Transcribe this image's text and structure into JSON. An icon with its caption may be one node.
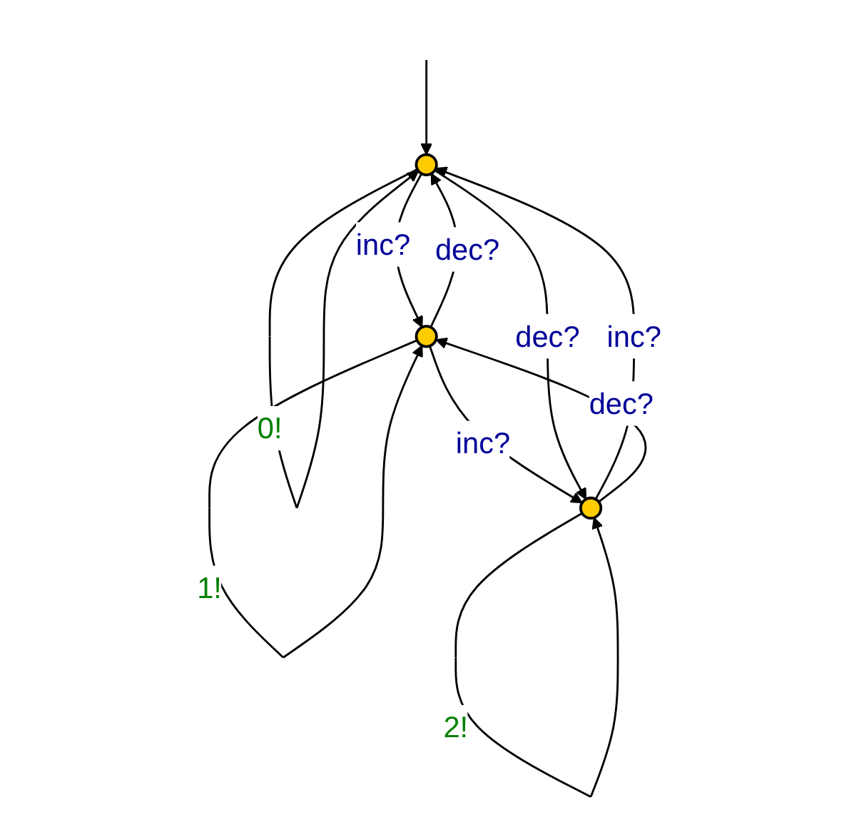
{
  "diagram": {
    "nodes": [
      {
        "text": [],
        "shape": "circle"
      },
      {
        "text": [],
        "shape": "circle"
      },
      {
        "text": [],
        "shape": "circle"
      }
    ],
    "edges": [
      {
        "from": 0,
        "to": 0,
        "label": "0!",
        "arrow": "to"
      },
      {
        "from": 0,
        "to": 1,
        "label": "inc?",
        "arrow": "to"
      },
      {
        "from": 1,
        "to": 1,
        "label": "1!",
        "arrow": "to"
      },
      {
        "from": 1,
        "to": 0,
        "label": "dec?",
        "arrow": "to"
      },
      {
        "from": 1,
        "to": 2,
        "label": "inc?",
        "arrow": "to"
      },
      {
        "from": 0,
        "to": 2,
        "label": "dec?",
        "arrow": "to"
      },
      {
        "from": 2,
        "to": 0,
        "label": "inc?",
        "arrow": "to"
      },
      {
        "from": 2,
        "to": 1,
        "label": "dec?",
        "arrow": "to"
      },
      {
        "from": 2,
        "to": 2,
        "label": "2!",
        "arrow": "to"
      },
      {
        "from": null,
        "to": 0,
        "arrow": "to"
      }
    ]
  }
}
